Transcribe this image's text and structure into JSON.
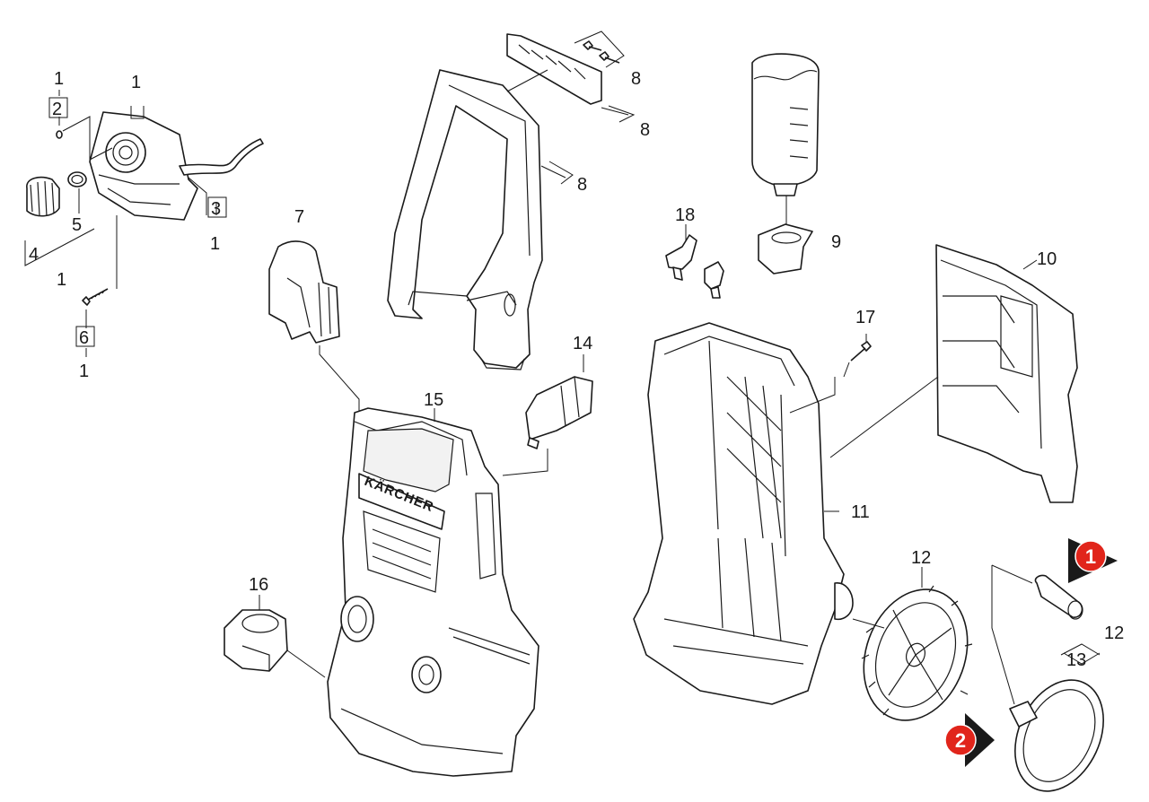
{
  "labels": {
    "l1a": "1",
    "l2": "2",
    "l1b": "1",
    "l5": "5",
    "l3": "3",
    "l1c": "1",
    "l4": "4",
    "l1d": "1",
    "l6": "6",
    "l1e": "1",
    "l7": "7",
    "l8a": "8",
    "l8b": "8",
    "l8c": "8",
    "l9": "9",
    "l18": "18",
    "l10": "10",
    "l17": "17",
    "l14": "14",
    "l15": "15",
    "l11": "11",
    "l16": "16",
    "l12a": "12",
    "l12b": "12",
    "l13": "13"
  },
  "brand": "KÄRCHER",
  "badges": {
    "b1": {
      "text": "1",
      "color": "#e1251b"
    },
    "b2": {
      "text": "2",
      "color": "#e1251b"
    }
  }
}
